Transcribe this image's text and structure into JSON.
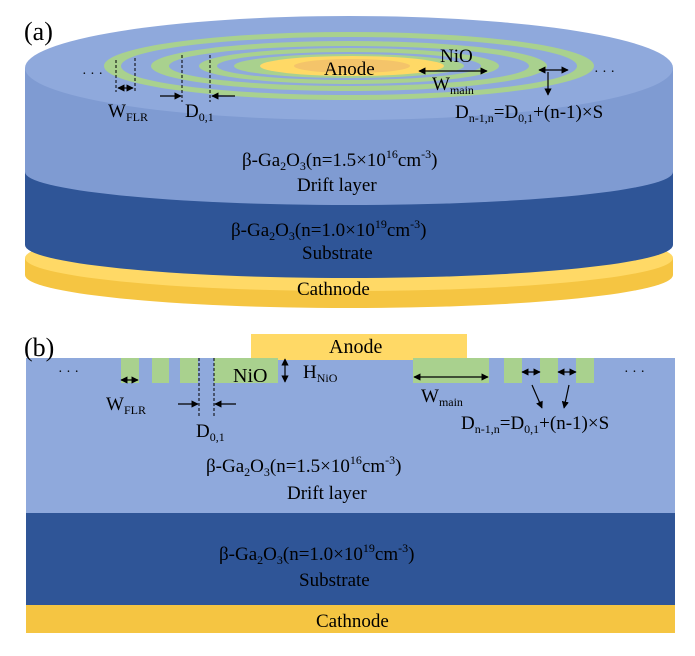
{
  "colors": {
    "drift": "#8fa9dc",
    "drift_side": "#7f9bd2",
    "substrate": "#2f5597",
    "substrate_side": "#2b4f8c",
    "cathode": "#ffd966",
    "cathode_side": "#f5c542",
    "nio": "#a9d18e",
    "anode": "#ffd966",
    "anode_inner": "#f4c46a"
  },
  "panel_a": {
    "label": "(a)",
    "ellipsis_left": "· · ·",
    "ellipsis_right": "· · ·",
    "anode": "Anode",
    "nio": "NiO",
    "w_main": {
      "main": "W",
      "sub": "main"
    },
    "w_flr": {
      "main": "W",
      "sub": "FLR"
    },
    "d01": {
      "main": "D",
      "sub": "0,1"
    },
    "dnn": {
      "main": "D",
      "sub": "n-1,n",
      "eq": "=D",
      "eq_sub": "0,1",
      "rest": "+(n-1)×S"
    },
    "drift_formula": {
      "beta": "β-Ga",
      "s2": "2",
      "o": "O",
      "s3": "3",
      "pre": "(n=1.5×10",
      "exp": "16",
      "post": "cm",
      "unit_exp": "-3",
      "close": ")"
    },
    "drift_name": "Drift layer",
    "sub_formula": {
      "beta": "β-Ga",
      "s2": "2",
      "o": "O",
      "s3": "3",
      "pre": "(n=1.0×10",
      "exp": "19",
      "post": "cm",
      "unit_exp": "-3",
      "close": ")"
    },
    "sub_name": "Substrate",
    "cathode": "Cathnode"
  },
  "panel_b": {
    "label": "(b)",
    "ellipsis_left": "· · ·",
    "ellipsis_right": "· · ·",
    "anode": "Anode",
    "nio": "NiO",
    "h_nio": {
      "main": "H",
      "sub": "NiO"
    },
    "w_main": {
      "main": "W",
      "sub": "main"
    },
    "w_flr": {
      "main": "W",
      "sub": "FLR"
    },
    "d01": {
      "main": "D",
      "sub": "0,1"
    },
    "dnn": {
      "main": "D",
      "sub": "n-1,n",
      "eq": "=D",
      "eq_sub": "0,1",
      "rest": "+(n-1)×S"
    },
    "drift_formula": {
      "beta": "β-Ga",
      "s2": "2",
      "o": "O",
      "s3": "3",
      "pre": "(n=1.5×10",
      "exp": "16",
      "post": "cm",
      "unit_exp": "-3",
      "close": ")"
    },
    "drift_name": "Drift layer",
    "sub_formula": {
      "beta": "β-Ga",
      "s2": "2",
      "o": "O",
      "s3": "3",
      "pre": "(n=1.0×10",
      "exp": "19",
      "post": "cm",
      "unit_exp": "-3",
      "close": ")"
    },
    "sub_name": "Substrate",
    "cathode": "Cathnode"
  }
}
